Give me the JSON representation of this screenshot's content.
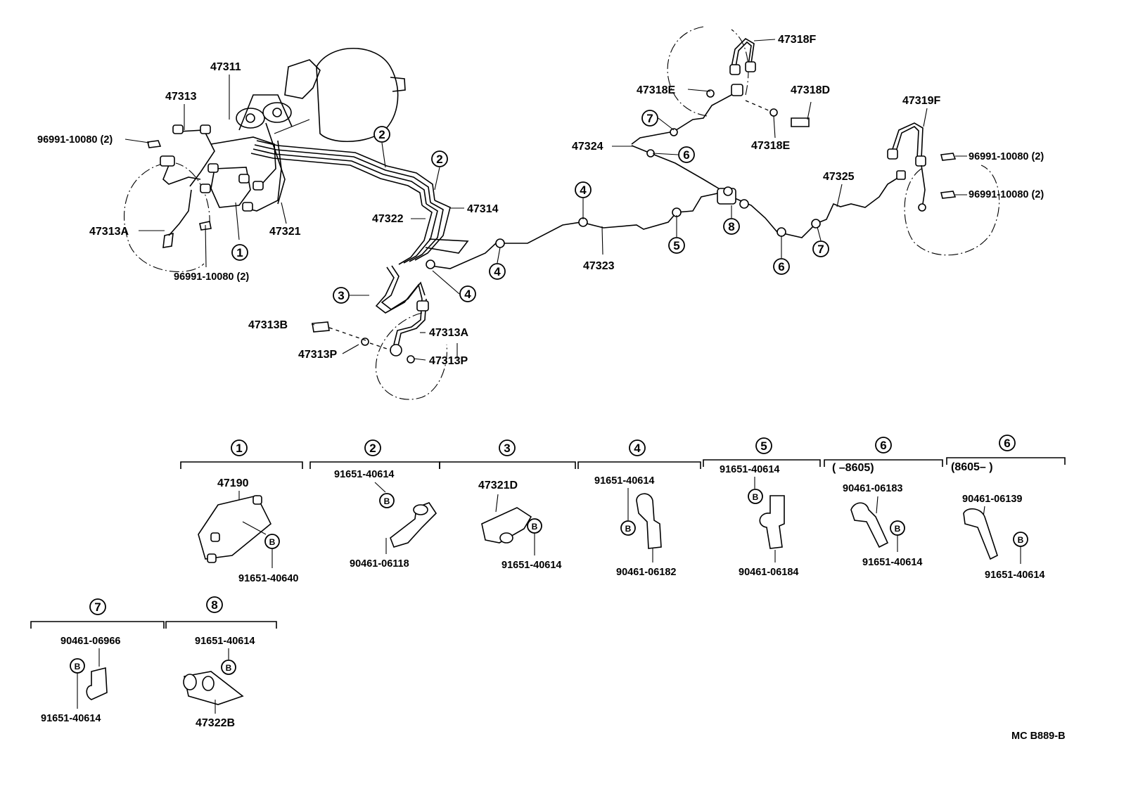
{
  "parts": {
    "p47311": "47311",
    "p47313": "47313",
    "p96991_tl": "96991-10080 (2)",
    "p47313A_l": "47313A",
    "p96991_bl": "96991-10080 (2)",
    "p47321": "47321",
    "p47322": "47322",
    "p47314": "47314",
    "p47313B": "47313B",
    "p47313P_l": "47313P",
    "p47313A_c": "47313A",
    "p47313P_c": "47313P",
    "p47323": "47323",
    "p47324": "47324",
    "p47318F": "47318F",
    "p47318E_l": "47318E",
    "p47318D": "47318D",
    "p47318E_r": "47318E",
    "p47319F": "47319F",
    "p96991_tr": "96991-10080 (2)",
    "p96991_mr": "96991-10080 (2)",
    "p47325": "47325"
  },
  "callouts": {
    "c1": "1",
    "c2": "2",
    "c3": "3",
    "c4": "4",
    "c5": "5",
    "c6": "6",
    "c7": "7",
    "c8": "8"
  },
  "details": {
    "d1": {
      "num": "1",
      "top": "47190",
      "bottom": "91651-40640",
      "bolt": "B"
    },
    "d2": {
      "num": "2",
      "top": "91651-40614",
      "bottom": "90461-06118",
      "bolt": "B"
    },
    "d3": {
      "num": "3",
      "top": "47321D",
      "bottom": "91651-40614",
      "bolt": "B"
    },
    "d4": {
      "num": "4",
      "top": "91651-40614",
      "bottom": "90461-06182",
      "bolt": "B"
    },
    "d5": {
      "num": "5",
      "top": "91651-40614",
      "bottom": "90461-06184",
      "bolt": "B"
    },
    "d6a": {
      "num": "6",
      "range": "(      –8605)",
      "top": "90461-06183",
      "bottom": "91651-40614",
      "bolt": "B"
    },
    "d6b": {
      "num": "6",
      "range": "(8605–        )",
      "top": "90461-06139",
      "bottom": "91651-40614",
      "bolt": "B"
    },
    "d7": {
      "num": "7",
      "top": "90461-06966",
      "bottom": "91651-40614",
      "bolt": "B"
    },
    "d8": {
      "num": "8",
      "top": "91651-40614",
      "bottom": "47322B",
      "bolt": "B"
    }
  },
  "figure_code": "MC  B889-B"
}
